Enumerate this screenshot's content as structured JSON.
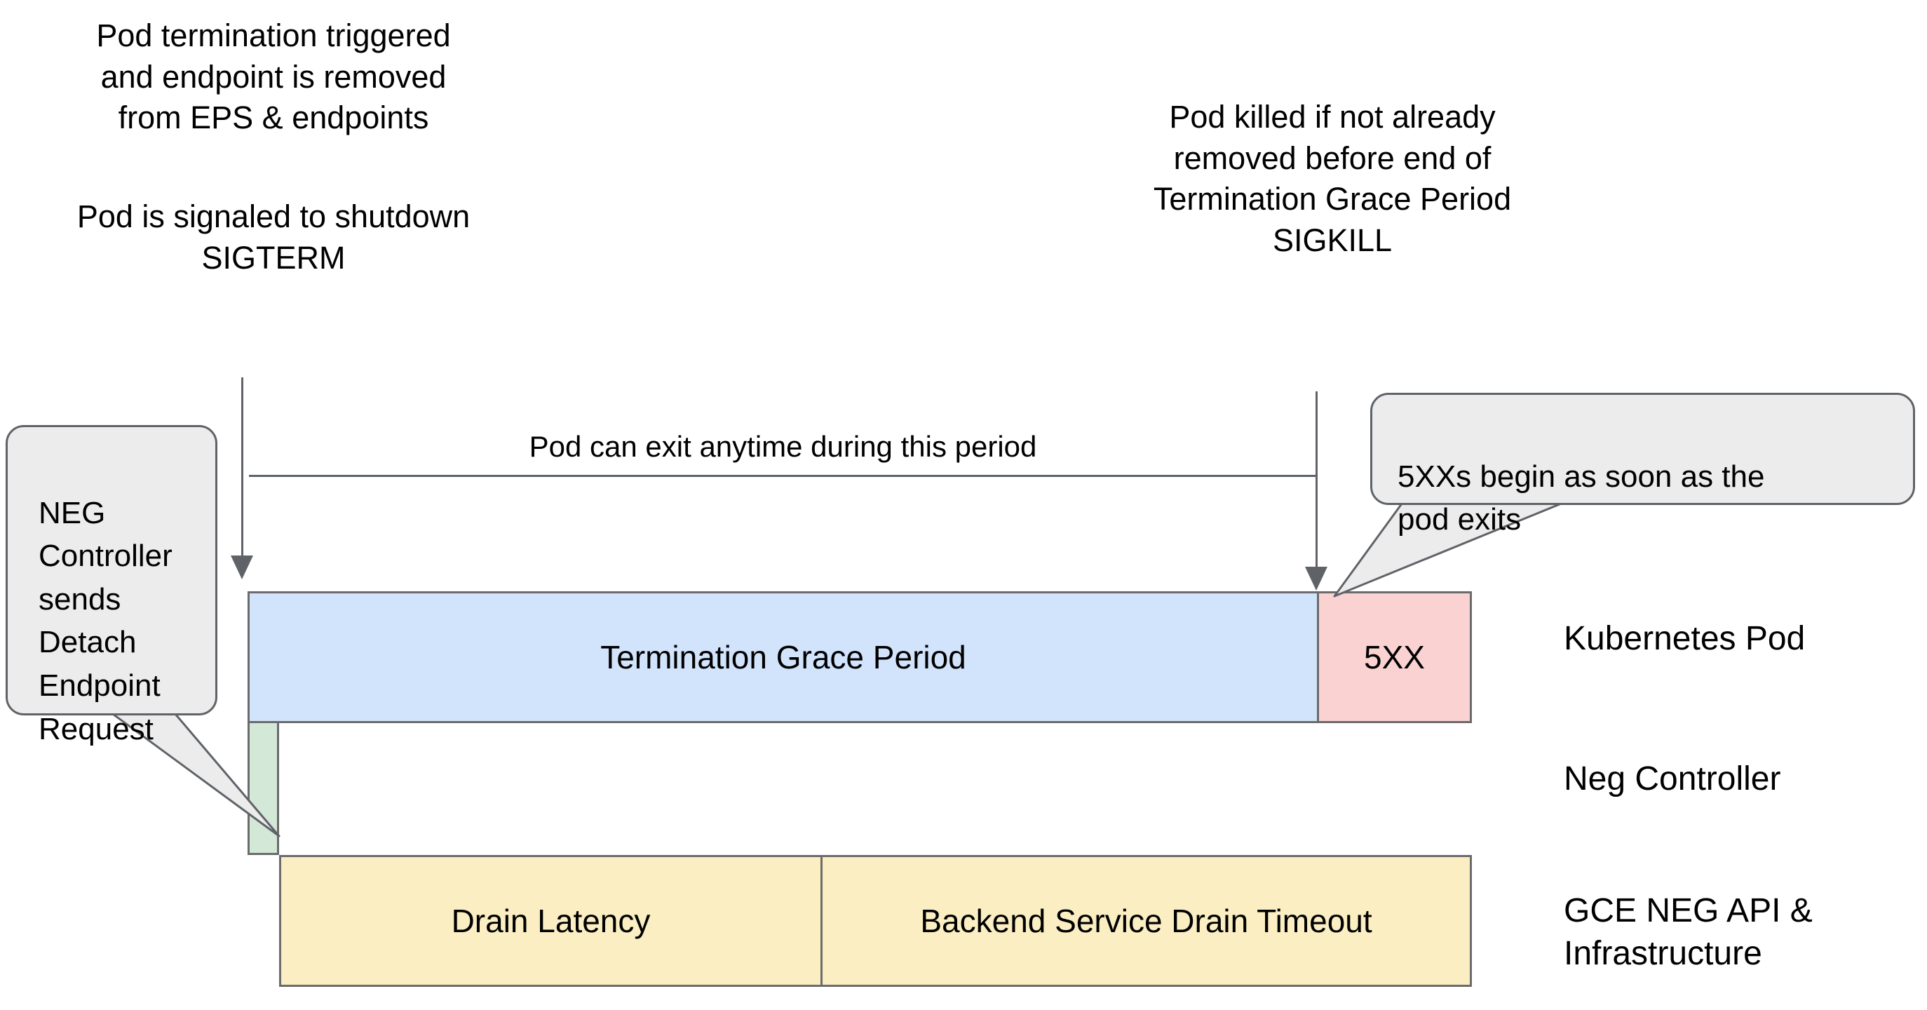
{
  "diagram": {
    "title": "Kubernetes Pod termination and NEG drain timeline",
    "notes": {
      "termination_trigger": "Pod termination triggered\nand endpoint is removed\nfrom EPS & endpoints",
      "sigterm": "Pod is signaled to shutdown\nSIGTERM",
      "sigkill": "Pod killed if not already\nremoved before end of\nTermination Grace Period\nSIGKILL"
    },
    "span": {
      "label": "Pod can exit anytime during this period"
    },
    "callouts": {
      "neg_controller": "NEG\nController\nsends\nDetach\nEndpoint\nRequest",
      "five_xx": "5XXs begin as soon as the\npod exits"
    },
    "bars": [
      {
        "id": "termination-grace-period",
        "label": "Termination Grace Period",
        "color": "#d2e3fc",
        "lane": "Kubernetes Pod"
      },
      {
        "id": "five-xx",
        "label": "5XX",
        "color": "#fad2d2",
        "lane": "Kubernetes Pod"
      },
      {
        "id": "neg-detach",
        "label": "",
        "color": "#d3e8d7",
        "lane": "Neg Controller"
      },
      {
        "id": "drain-latency",
        "label": "Drain Latency",
        "color": "#faeec2",
        "lane": "GCE NEG API & Infrastructure"
      },
      {
        "id": "backend-service-drain",
        "label": "Backend Service Drain Timeout",
        "color": "#faeec2",
        "lane": "GCE NEG API & Infrastructure"
      }
    ],
    "lanes": [
      {
        "id": "kubernetes-pod",
        "label": "Kubernetes Pod"
      },
      {
        "id": "neg-controller",
        "label": "Neg Controller"
      },
      {
        "id": "gce-neg-api",
        "label": "GCE NEG API &\nInfrastructure"
      }
    ],
    "colors": {
      "blue_bar": "#d2e3fc",
      "pink_bar": "#fad2d2",
      "green_bar": "#d3e8d7",
      "yellow_bar": "#faeec2",
      "callout_fill": "#ececec",
      "stroke": "#5f6368",
      "bar_stroke": "#6b6b6b",
      "background": "#ffffff"
    }
  }
}
